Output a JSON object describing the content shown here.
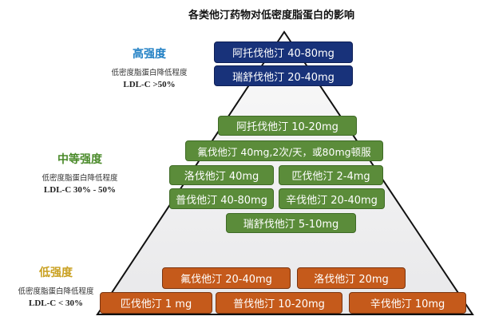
{
  "title": "各类他汀药物对低密度脂蛋白的影响",
  "colors": {
    "high": "#18327a",
    "medium": "#5b8c3a",
    "low": "#c55a1b"
  },
  "levels": {
    "high": {
      "heading": "高强度",
      "sub": "低密度脂蛋白降低程度",
      "ldl": "LDL-C >50%",
      "drugs": [
        "阿托伐他汀 40-80mg",
        "瑞舒伐他汀 20-40mg"
      ]
    },
    "medium": {
      "heading": "中等强度",
      "sub": "低密度脂蛋白降低程度",
      "ldl": "LDL-C 30% - 50%",
      "drugs": [
        "阿托伐他汀 10-20mg",
        "氟伐他汀 40mg,2次/天，或80mg顿服",
        "洛伐他汀 40mg",
        "匹伐他汀 2-4mg",
        "普伐他汀 40-80mg",
        "辛伐他汀 20-40mg",
        "瑞舒伐他汀 5-10mg"
      ]
    },
    "low": {
      "heading": "低强度",
      "sub": "低密度脂蛋白降低程度",
      "ldl": "LDL-C < 30%",
      "drugs": [
        "氟伐他汀 20-40mg",
        "洛伐他汀 20mg",
        "匹伐他汀 1 mg",
        "普伐他汀 10-20mg",
        "辛伐他汀 10mg"
      ]
    }
  }
}
